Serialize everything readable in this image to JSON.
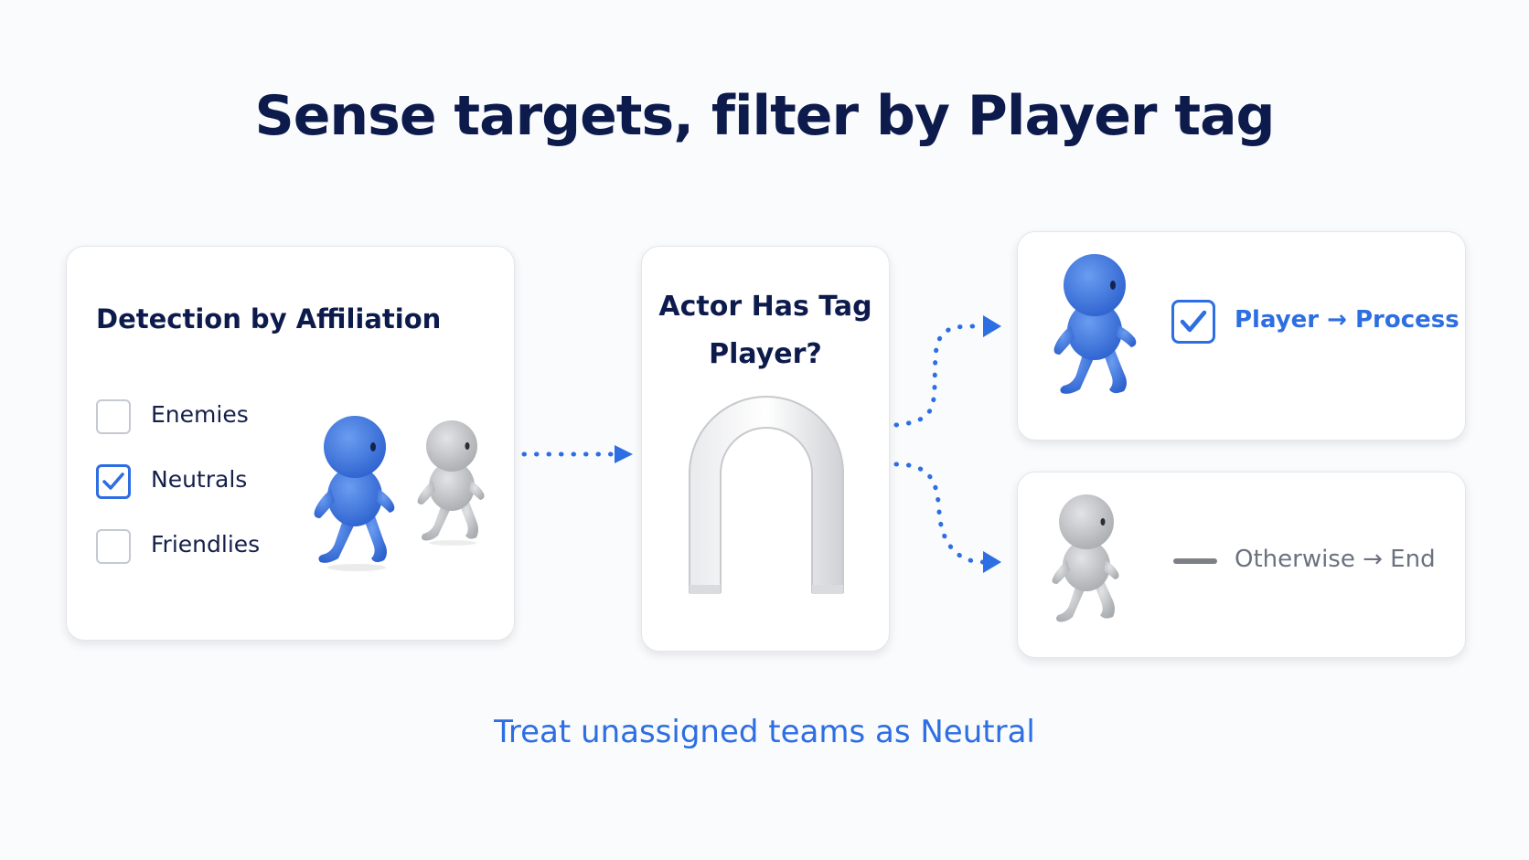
{
  "title": "Sense targets, filter by Player tag",
  "affiliation": {
    "heading": "Detection by Affiliation",
    "options": [
      {
        "label": "Enemies",
        "checked": false
      },
      {
        "label": "Neutrals",
        "checked": true
      },
      {
        "label": "Friendlies",
        "checked": false
      }
    ]
  },
  "condition": {
    "line1": "Actor Has Tag",
    "line2": "Player?"
  },
  "outcome_true": {
    "label": "Player → Process"
  },
  "outcome_false": {
    "label": "Otherwise → End"
  },
  "footer": "Treat unassigned teams as Neutral",
  "colors": {
    "accent": "#2d6ee3",
    "title": "#0d1b4c",
    "character_player": "#3a78e0",
    "character_other": "#c9cbce"
  }
}
